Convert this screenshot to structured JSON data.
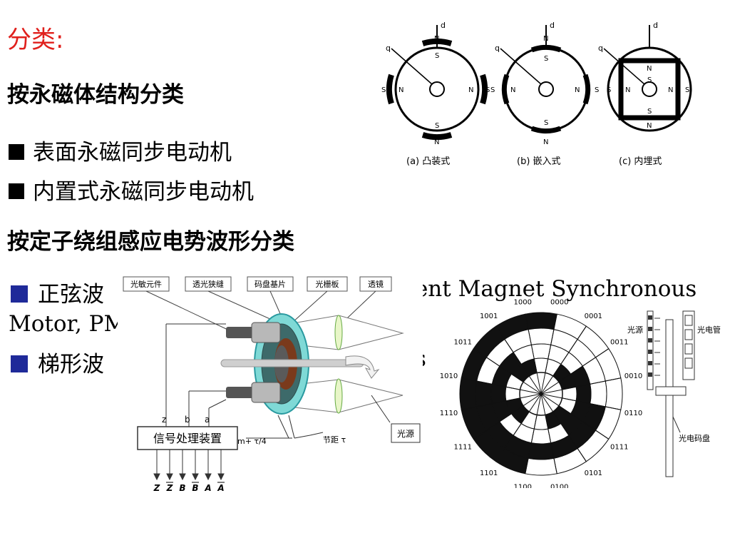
{
  "slide": {
    "title": "分类:",
    "section1_heading": "按永磁体结构分类",
    "section1_items": [
      "表面永磁同步电动机",
      "内置式永磁同步电动机"
    ],
    "section2_heading": "按定子绕组感应电势波形分类",
    "section2_item1_prefix": "正弦波",
    "section2_item1_tail": "nent Magnet  Synchronous",
    "section2_item1_line2": "Motor, PM",
    "section2_item2_prefix": "梯形波",
    "section2_item2_tail": "s"
  },
  "rotor_figure": {
    "captions": [
      "(a) 凸装式",
      "(b) 嵌入式",
      "(c) 内埋式"
    ],
    "axis_d": "d",
    "axis_q": "q",
    "pole_N": "N",
    "pole_S": "S"
  },
  "encoder_figure": {
    "labels": [
      "光敏元件",
      "透光狭缝",
      "码盘基片",
      "光栅板",
      "透镜"
    ],
    "processor": "信号处理装置",
    "outputs": [
      "Z",
      "Z",
      "B",
      "B",
      "A",
      "A"
    ],
    "output_overbar": [
      false,
      true,
      false,
      true,
      false,
      true
    ],
    "channels": [
      "z",
      "b",
      "a"
    ],
    "formula": "m+ τ/4",
    "pitch": "节距 τ",
    "light_source": "光源"
  },
  "code_disk_figure": {
    "codes": [
      "1000",
      "0000",
      "0001",
      "0011",
      "0010",
      "0110",
      "0111",
      "0101",
      "0100",
      "1100",
      "1101",
      "1111",
      "1110",
      "1010",
      "1011",
      "1001"
    ],
    "light_source": "光源",
    "photocell": "光电管",
    "disk": "光电码盘"
  }
}
